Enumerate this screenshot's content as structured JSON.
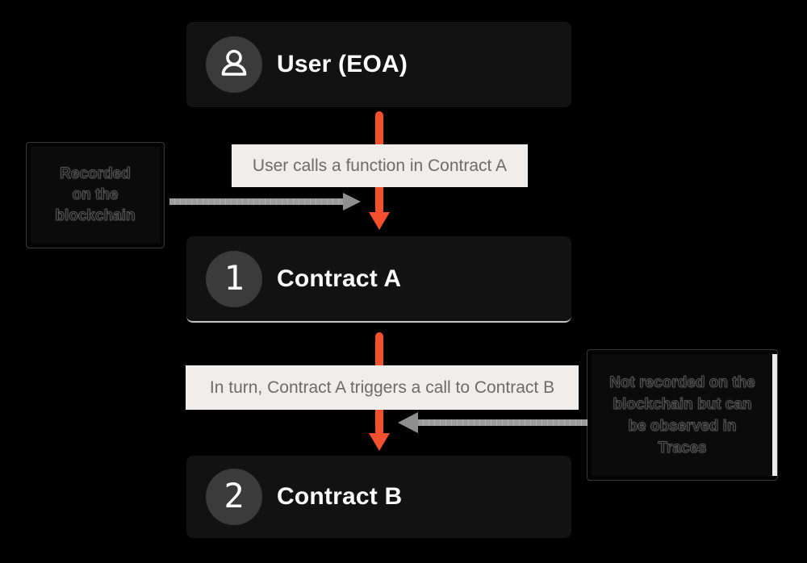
{
  "diagram": {
    "title_hint": "Contract call flow: User (EOA) to Contract A to Contract B",
    "colors": {
      "background": "#000000",
      "node_bg": "#121212",
      "badge_bg": "#3b3b3b",
      "accent_orange": "#f4502e",
      "gray_arrow": "#9c9c9c",
      "label_bg": "#efeeec",
      "label_text": "#6c6c6c",
      "node_text": "#ffffff"
    }
  },
  "nodes": [
    {
      "id": "user-eoa",
      "badge_icon": "person-icon",
      "title": "User (EOA)"
    },
    {
      "id": "contract-a",
      "badge_number": "1",
      "title": "Contract A"
    },
    {
      "id": "contract-b",
      "badge_number": "2",
      "title": "Contract B"
    }
  ],
  "edge_labels": [
    {
      "text": "User calls a function in Contract A"
    },
    {
      "text": "In turn, Contract A triggers a call to Contract B"
    }
  ],
  "annotations": [
    {
      "side": "left",
      "lines": {
        "0": "Recorded",
        "1": "on the",
        "2": "blockchain"
      }
    },
    {
      "side": "right",
      "lines": {
        "0": "Not recorded on the",
        "1": "blockchain but can",
        "2": "be observed in",
        "3": "Traces"
      }
    }
  ]
}
